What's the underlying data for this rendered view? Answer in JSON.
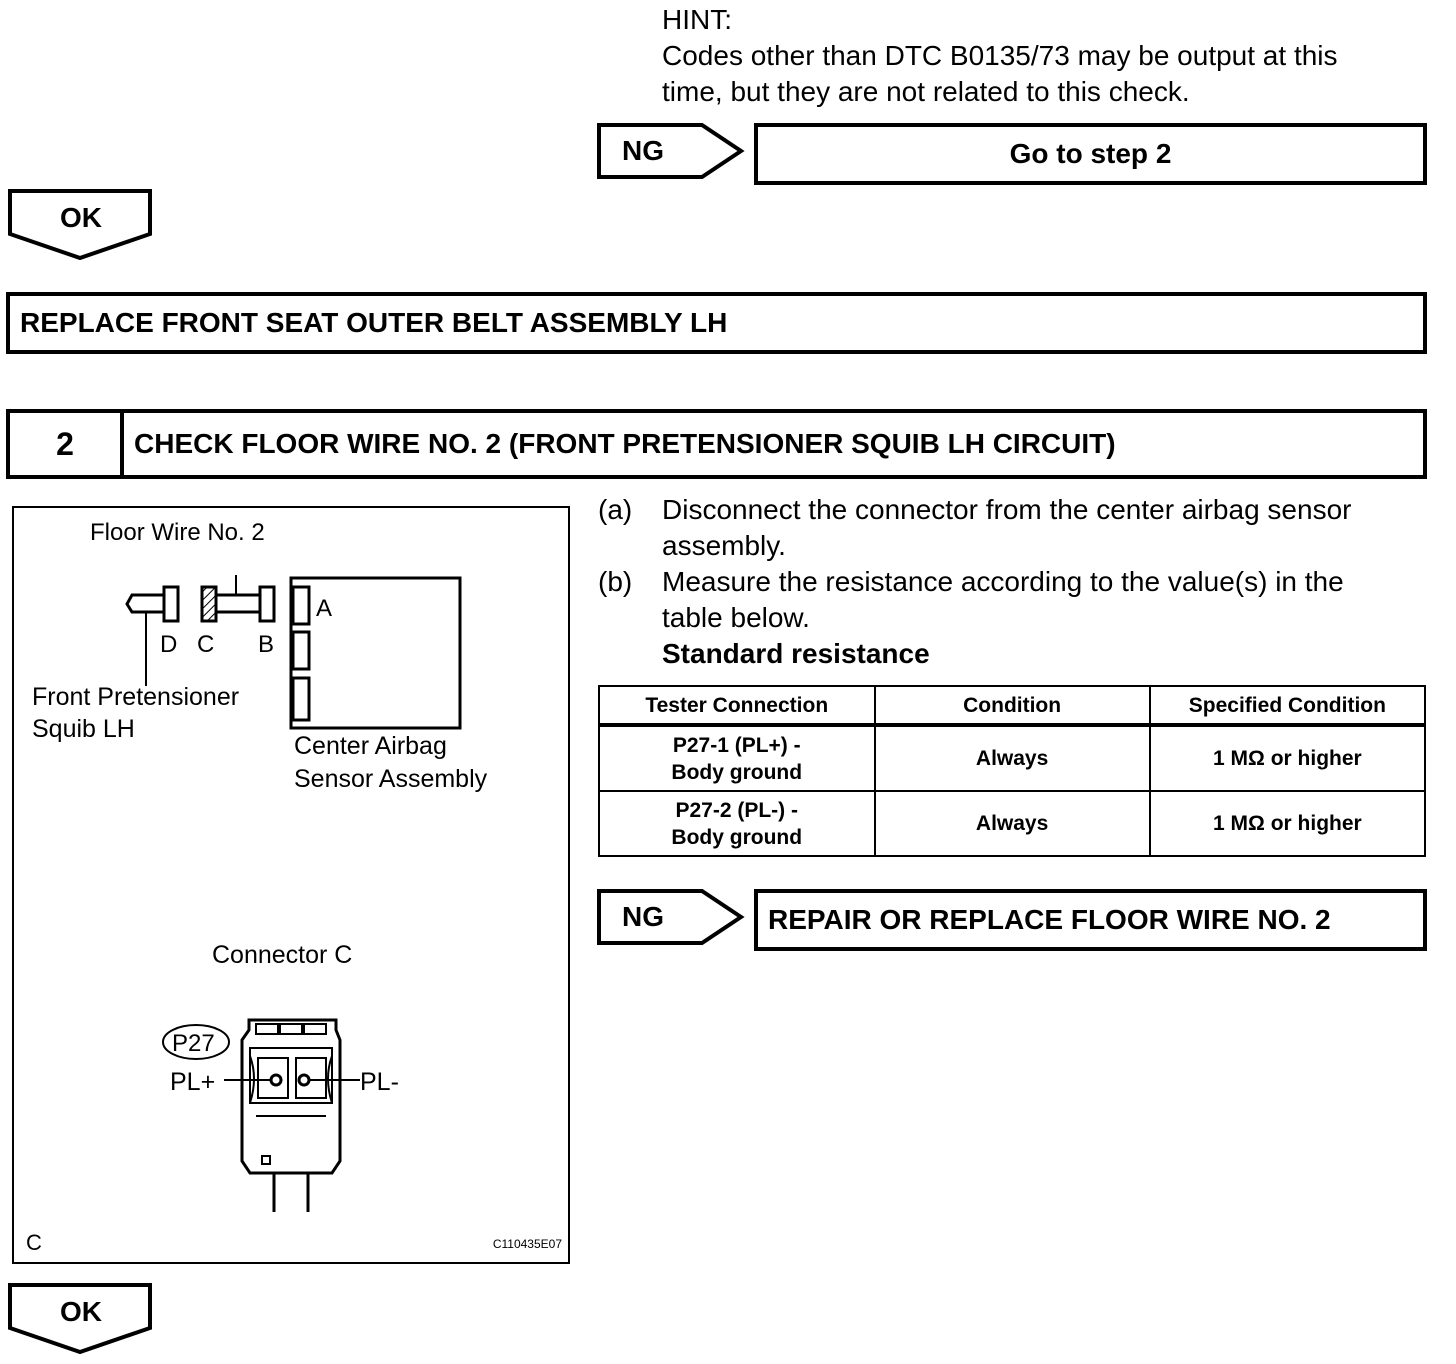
{
  "hint": {
    "title": "HINT:",
    "line1": "Codes other than DTC B0135/73 may be output at this",
    "line2": "time, but they are not related to this check."
  },
  "ng1": {
    "badge": "NG",
    "action": "Go to step 2"
  },
  "ok1": {
    "label": "OK"
  },
  "replace_box": {
    "text": "REPLACE FRONT SEAT OUTER BELT ASSEMBLY LH"
  },
  "step2": {
    "number": "2",
    "title": "CHECK FLOOR WIRE NO. 2 (FRONT PRETENSIONER SQUIB LH CIRCUIT)"
  },
  "figure": {
    "floor_wire_label": "Floor Wire No. 2",
    "conn_a": "A",
    "conn_b": "B",
    "conn_c": "C",
    "conn_d": "D",
    "squib_line1": "Front Pretensioner",
    "squib_line2": "Squib LH",
    "sensor_line1": "Center Airbag",
    "sensor_line2": "Sensor Assembly",
    "connector_c_label": "Connector C",
    "connector_code": "P27",
    "pin_plus": "PL+",
    "pin_minus": "PL-",
    "corner_letter": "C",
    "figure_id": "C110435E07"
  },
  "instructions": {
    "a_marker": "(a)",
    "a_line1": "Disconnect the connector from the center airbag sensor",
    "a_line2": "assembly.",
    "b_marker": "(b)",
    "b_line1": "Measure the resistance according to the value(s) in the",
    "b_line2": "table below.",
    "standard": "Standard resistance"
  },
  "table": {
    "headers": [
      "Tester Connection",
      "Condition",
      "Specified Condition"
    ],
    "rows": [
      {
        "conn_line1": "P27-1 (PL+) -",
        "conn_line2": "Body ground",
        "condition": "Always",
        "spec": "1 MΩ or higher"
      },
      {
        "conn_line1": "P27-2 (PL-) -",
        "conn_line2": "Body ground",
        "condition": "Always",
        "spec": "1 MΩ or higher"
      }
    ]
  },
  "ng2": {
    "badge": "NG",
    "action": "REPAIR OR REPLACE FLOOR WIRE NO. 2"
  },
  "ok2": {
    "label": "OK"
  }
}
